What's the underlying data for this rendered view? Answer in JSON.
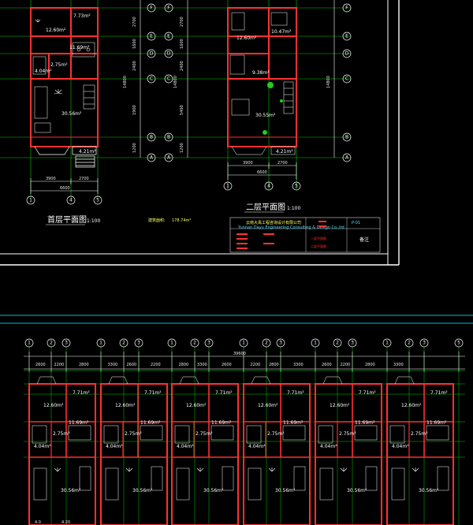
{
  "colors": {
    "background": "#000000",
    "wall": "#ff3030",
    "grid": "#00c800",
    "dimension": "#ffffff",
    "frame": "#ffffff",
    "separator": "#00bcd4",
    "plant": "#22cc22"
  },
  "plan1": {
    "title": "首层平面图",
    "scale": "1:100",
    "area_label": "建筑面积:",
    "area_value": "178.74m²",
    "rooms": [
      "7.73m²",
      "12.60m²",
      "11.69m²",
      "2.75m²",
      "4.04m²",
      "30.56m²",
      "4.21m²"
    ],
    "dims_bottom": [
      "3900",
      "2700",
      "6600"
    ],
    "axes_bottom": [
      "1",
      "4",
      "5"
    ]
  },
  "plan2": {
    "title": "二层平面图",
    "scale": "1:100",
    "rooms": [
      "10.47m²",
      "12.60m²",
      "9.38m²",
      "30.55m²",
      "4.21m²"
    ],
    "dims_bottom": [
      "3900",
      "2700",
      "6600"
    ],
    "axes_bottom": [
      "1",
      "4",
      "5"
    ]
  },
  "axes_side": [
    "F",
    "E",
    "D",
    "C",
    "B",
    "A"
  ],
  "dims_side_a": [
    "2700",
    "1600",
    "2400",
    "1900",
    "1200"
  ],
  "dims_side_total": "14800",
  "dims_side_b": [
    "2700",
    "1600",
    "2400",
    "5400",
    "1200"
  ],
  "title_block": {
    "company": "云南大禹工程咨询设计有限公司",
    "company_en": "Yunnan Dayu Engineering Consulting & Design Co.,ltd",
    "sheet_no": "P-01",
    "drawing_1": "一层平面图",
    "drawing_2": "二层平面图",
    "note": "备注"
  },
  "lower_plan": {
    "axes_top": [
      "1",
      "2",
      "3",
      "1",
      "2",
      "3",
      "1",
      "2",
      "3",
      "1",
      "2",
      "3",
      "1",
      "2",
      "3",
      "1",
      "2",
      "3",
      "5"
    ],
    "dims_top": [
      "2600",
      "2200",
      "2800",
      "3300",
      "2600",
      "2200",
      "2800",
      "3300",
      "2600",
      "2200",
      "2800",
      "3300",
      "2600",
      "2200",
      "2800",
      "3300"
    ],
    "total_dim": "39600",
    "rooms": [
      "7.71m²",
      "12.60m²",
      "11.69m²",
      "2.75m²",
      "4.04m²",
      "30.56m²"
    ],
    "bottom_dims": [
      "4.0",
      "4.20"
    ]
  }
}
